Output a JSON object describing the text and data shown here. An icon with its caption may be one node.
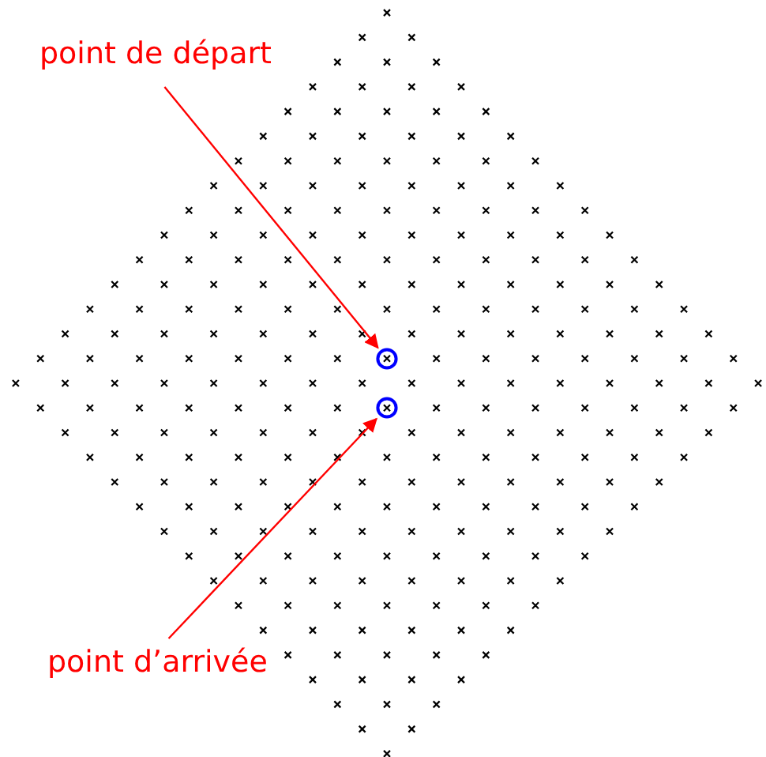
{
  "diagram": {
    "nodes": [
      {
        "text": [
          "point de départ"
        ]
      },
      {
        "text": [],
        "shape": "circle"
      },
      {
        "text": [],
        "shape": "circle"
      },
      {
        "text": [
          "point d’arrivée"
        ]
      }
    ],
    "edges": [
      {
        "from": 0,
        "to": 1,
        "arrow": "to"
      },
      {
        "from": 3,
        "to": 2,
        "arrow": "to"
      }
    ]
  }
}
